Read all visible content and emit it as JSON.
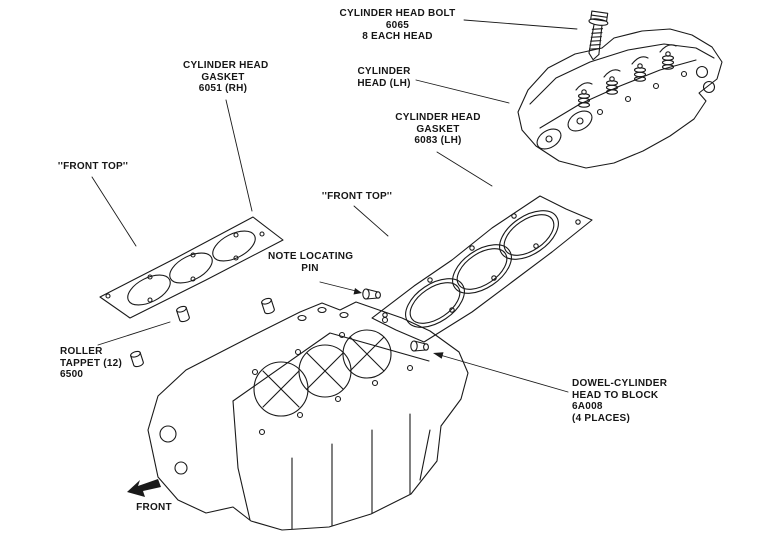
{
  "diagram_title": "Cylinder head exploded view",
  "colors": {
    "background": "#ffffff",
    "ink": "#1a1a1a"
  },
  "labels": {
    "head_bolt": {
      "lines": [
        "CYLINDER HEAD BOLT",
        "6065",
        "8 EACH HEAD"
      ]
    },
    "cylinder_head_lh": {
      "lines": [
        "CYLINDER",
        "HEAD (LH)"
      ]
    },
    "gasket_rh": {
      "lines": [
        "CYLINDER HEAD",
        "GASKET",
        "6051 (RH)"
      ]
    },
    "gasket_lh": {
      "lines": [
        "CYLINDER HEAD",
        "GASKET",
        "6083 (LH)"
      ]
    },
    "front_top_left": {
      "lines": [
        "''FRONT TOP''"
      ]
    },
    "front_top_mid": {
      "lines": [
        "''FRONT TOP''"
      ]
    },
    "locating_pin": {
      "lines": [
        "NOTE LOCATING",
        "PIN"
      ]
    },
    "roller_tappet": {
      "lines": [
        "ROLLER",
        "TAPPET (12)",
        "6500"
      ]
    },
    "dowel": {
      "lines": [
        "DOWEL-CYLINDER",
        "HEAD TO BLOCK",
        "6A008",
        "(4 PLACES)"
      ]
    },
    "front": {
      "lines": [
        "FRONT"
      ]
    }
  }
}
